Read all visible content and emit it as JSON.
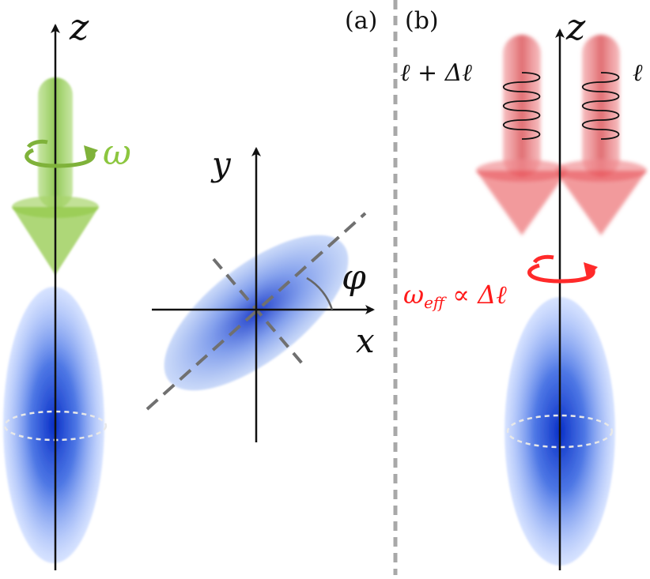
{
  "panels": {
    "a_label": "(a)",
    "b_label": "(b)"
  },
  "panel_a": {
    "z_axis_label": "z",
    "omega_label": "ω",
    "x_axis_label": "x",
    "y_axis_label": "y",
    "phi_label": "φ"
  },
  "panel_b": {
    "z_axis_label": "z",
    "beam_left_label": "ℓ + Δℓ",
    "beam_right_label": "ℓ",
    "omega_eff_symbol": "ω",
    "omega_eff_subscript": "eff",
    "omega_eff_rest": " ∝ Δℓ"
  },
  "colors": {
    "green_beam": "#8cc63f",
    "red_beam": "#e8474d",
    "omega_eff_text": "#ff1a1a",
    "blue_cloud": "#1f4fd6",
    "axis": "#111111",
    "divider": "#a8a8a8"
  }
}
